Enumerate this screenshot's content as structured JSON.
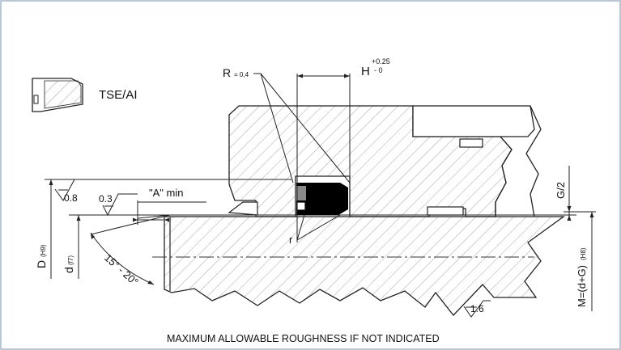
{
  "legend": {
    "profile_name": "TSE/AI"
  },
  "labels": {
    "radius": "R",
    "radius_value": "= 0,4",
    "groove_width": "H",
    "groove_tol_upper": "+0.25",
    "groove_tol_lower": "- 0",
    "small_radius": "r",
    "chamfer_length": "\"A\" min",
    "chamfer_angle": "15° - 20°",
    "bore_dia": "D",
    "bore_fit": "(H9)",
    "rod_dia": "d",
    "rod_fit": "(f7)",
    "gap": "G/2",
    "groove_dia": "M=(d+G)",
    "groove_fit": "(H8)",
    "roughness_bore": "0.8",
    "roughness_chamfer": "0.3",
    "roughness_rod": "1.6",
    "footer": "MAXIMUM ALLOWABLE ROUGHNESS IF NOT INDICATED"
  },
  "colors": {
    "line": "#222222",
    "hatch": "#9a9a9a",
    "seal": "#000000",
    "seal_lip": "#8a8a8a",
    "frame": "#9fb5cc"
  }
}
